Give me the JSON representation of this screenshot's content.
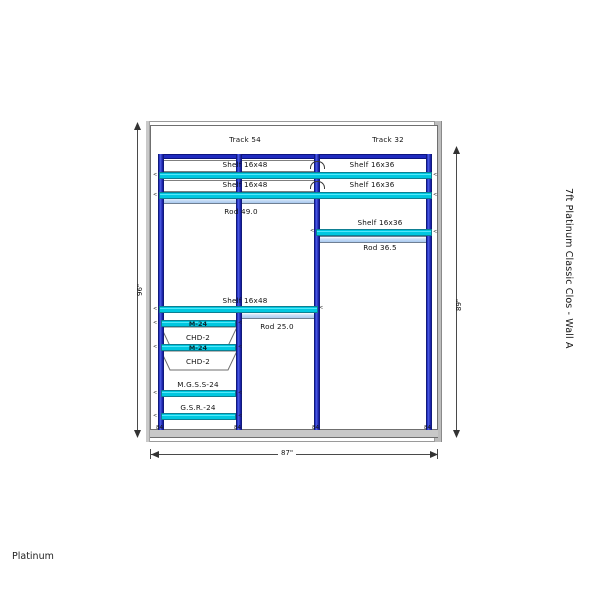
{
  "document": {
    "side_title": "7ft Platinum Classic Clos - Wall A",
    "footer_label": "Platinum"
  },
  "dimensions": {
    "left_height": "96\"",
    "right_height": "89\"",
    "bottom_width": "87\"",
    "track_base_labels": [
      "84",
      "84",
      "84",
      "84"
    ]
  },
  "tracks": {
    "top_labels": [
      {
        "name": "Track 54",
        "x_pct": 33
      },
      {
        "name": "Track 32",
        "x_pct": 76
      }
    ]
  },
  "components": {
    "left_upper": [
      {
        "label": "Shelf 16x48",
        "type": "shelf"
      },
      {
        "label": "Shelf 16x48",
        "type": "shelf"
      },
      {
        "label": "Rod 49.0",
        "type": "rod"
      }
    ],
    "right_upper": [
      {
        "label": "Shelf 16x36",
        "type": "shelf"
      },
      {
        "label": "Shelf 16x36",
        "type": "shelf"
      }
    ],
    "right_middle": [
      {
        "label": "Shelf 16x36",
        "type": "shelf"
      },
      {
        "label": "Rod 36.5",
        "type": "rod"
      }
    ],
    "left_lower": [
      {
        "label": "Shelf 16x48",
        "type": "shelf"
      },
      {
        "label": "Rod 25.0",
        "type": "rod"
      },
      {
        "label": "M-24",
        "type": "shelf-rail"
      },
      {
        "label": "CHD-2",
        "type": "drawer"
      },
      {
        "label": "M-24",
        "type": "shelf-rail"
      },
      {
        "label": "CHD-2",
        "type": "drawer"
      },
      {
        "label": "M.G.S.S-24",
        "type": "unit"
      },
      {
        "label": "G.S.R.-24",
        "type": "unit"
      }
    ]
  },
  "colors": {
    "shelf": "#00c8e0",
    "track": "#1f2bbf",
    "rod": "#b8d4f0",
    "frame": "#9a9a9a",
    "floor": "#c8c8c8"
  }
}
